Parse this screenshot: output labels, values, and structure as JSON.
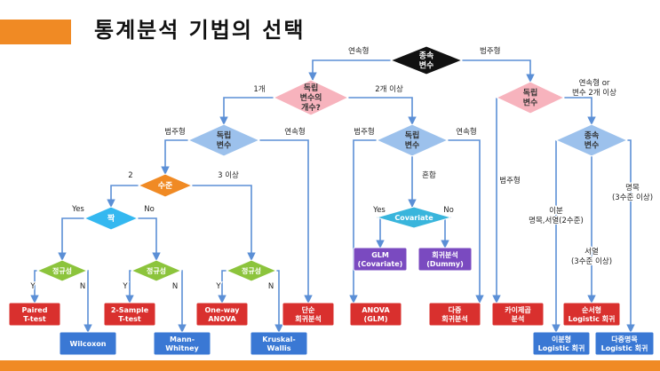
{
  "title": "통계분석 기법의 선택",
  "colors": {
    "accent": "#f08a24",
    "dep_diamond": "#111111",
    "indep_diamond": "#f7b3bd",
    "var_diamond": "#9cc1ec",
    "level_diamond": "#f08a24",
    "pair_diamond": "#34b8f0",
    "normality_diamond": "#8cc43c",
    "covariate_diamond": "#39b5dc",
    "red_box": "#d9302e",
    "blue_box": "#3a78d4",
    "purple_box": "#7a4ac0",
    "connector": "#5b8fd6"
  },
  "nodes": {
    "dependent": [
      "종속",
      "변수"
    ],
    "indep_count": [
      "독립",
      "변수의",
      "개수?"
    ],
    "indep_right": [
      "독립",
      "변수"
    ],
    "indep_one": [
      "독립",
      "변수"
    ],
    "indep_two": [
      "독립",
      "변수"
    ],
    "dep_right": [
      "종속",
      "변수"
    ],
    "level": [
      "수준"
    ],
    "pair": [
      "짝"
    ],
    "normal1": [
      "정규성"
    ],
    "normal2": [
      "정규성"
    ],
    "normal3": [
      "정규성"
    ],
    "covariate": [
      "Covariate"
    ]
  },
  "boxes": {
    "paired": [
      "Paired",
      "T-test"
    ],
    "two_sample": [
      "2-Sample",
      "T-test"
    ],
    "oneway": [
      "One-way",
      "ANOVA"
    ],
    "simple_reg": [
      "단순",
      "회귀분석"
    ],
    "anova_glm": [
      "ANOVA",
      "(GLM)"
    ],
    "multi_reg": [
      "다중",
      "회귀분석"
    ],
    "chi": [
      "카이제곱",
      "분석"
    ],
    "ordinal_logit": [
      "순서형",
      "Logistic 회귀"
    ],
    "wilcoxon": [
      "Wilcoxon"
    ],
    "mann": [
      "Mann-",
      "Whitney"
    ],
    "kruskal": [
      "Kruskal-",
      "Wallis"
    ],
    "binary_logit": [
      "이분형",
      "Logistic 회귀"
    ],
    "multinom_logit": [
      "다중명목",
      "Logistic 회귀"
    ],
    "glm_cov": [
      "GLM",
      "(Covariate)"
    ],
    "reg_dummy": [
      "회귀분석",
      "(Dummy)"
    ]
  },
  "edge_labels": {
    "continuous_top": "연속형",
    "categorical_top": "범주형",
    "one": "1개",
    "two_more": "2개 이상",
    "cat_a": "범주형",
    "cont_a": "연속형",
    "cat_b": "범주형",
    "cont_b": "연속형",
    "two": "2",
    "three_more": "3 이상",
    "yes_a": "Yes",
    "no_a": "No",
    "y1": "Y",
    "n1": "N",
    "y2": "Y",
    "n2": "N",
    "y3": "Y",
    "n3": "N",
    "mixed": "혼합",
    "yes_b": "Yes",
    "no_b": "No",
    "cat_right": "범주형",
    "cont_or": [
      "연속형 or",
      "변수 2개 이상"
    ],
    "binary": [
      "이분",
      "명목,서열(2수준)"
    ],
    "ordinal": [
      "서열",
      "(3수준 이상)"
    ],
    "nominal": [
      "명목",
      "(3수준 이상)"
    ]
  }
}
